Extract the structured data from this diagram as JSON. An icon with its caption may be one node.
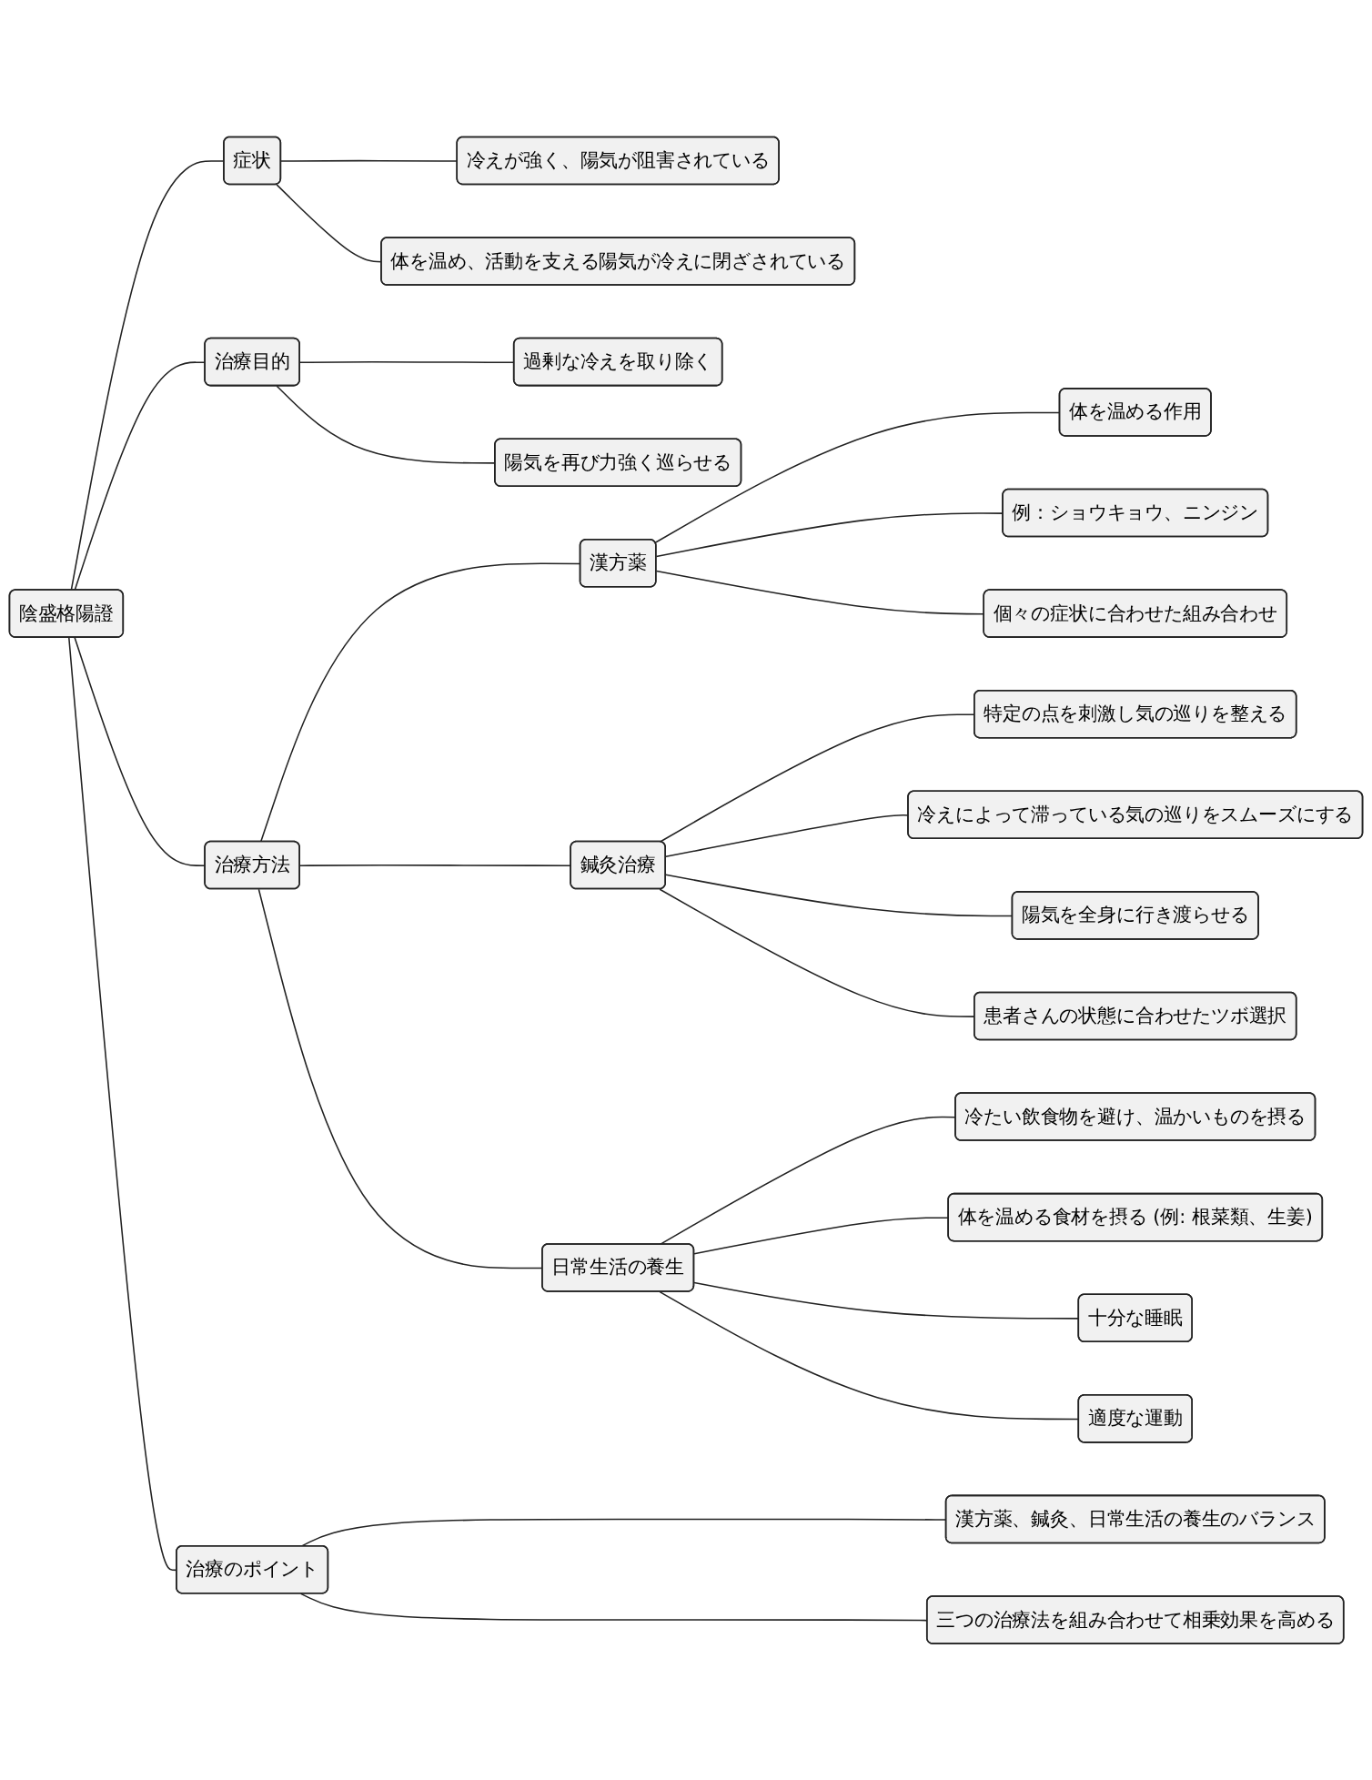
{
  "diagram": {
    "nodes": [
      {
        "text": [
          "陰盛格陽證"
        ]
      },
      {
        "text": [
          "症状"
        ]
      },
      {
        "text": [
          "冷えが強く、陽気が阻害されている"
        ]
      },
      {
        "text": [
          "体を温め、活動を支える陽気が冷えに閉ざされている"
        ]
      },
      {
        "text": [
          "治療目的"
        ]
      },
      {
        "text": [
          "過剰な冷えを取り除く"
        ]
      },
      {
        "text": [
          "陽気を再び力強く巡らせる"
        ]
      },
      {
        "text": [
          "治療方法"
        ]
      },
      {
        "text": [
          "漢方薬"
        ]
      },
      {
        "text": [
          "体を温める作用"
        ]
      },
      {
        "text": [
          "例：ショウキョウ、ニンジン"
        ]
      },
      {
        "text": [
          "個々の症状に合わせた組み合わせ"
        ]
      },
      {
        "text": [
          "鍼灸治療"
        ]
      },
      {
        "text": [
          "特定の点を刺激し気の巡りを整える"
        ]
      },
      {
        "text": [
          "冷えによって滞っている気の巡りをスムーズにする"
        ]
      },
      {
        "text": [
          "陽気を全身に行き渡らせる"
        ]
      },
      {
        "text": [
          "患者さんの状態に合わせたツボ選択"
        ]
      },
      {
        "text": [
          "日常生活の養生"
        ]
      },
      {
        "text": [
          "冷たい飲食物を避け、温かいものを摂る"
        ]
      },
      {
        "text": [
          "体を温める食材を摂る (例: 根菜類、生姜)"
        ]
      },
      {
        "text": [
          "十分な睡眠"
        ]
      },
      {
        "text": [
          "適度な運動"
        ]
      },
      {
        "text": [
          "治療のポイント"
        ]
      },
      {
        "text": [
          "漢方薬、鍼灸、日常生活の養生のバランス"
        ]
      },
      {
        "text": [
          "三つの治療法を組み合わせて相乗効果を高める"
        ]
      }
    ],
    "edges": [
      {
        "from": 0,
        "to": 1,
        "arrow": "none"
      },
      {
        "from": 1,
        "to": 2,
        "arrow": "none"
      },
      {
        "from": 1,
        "to": 3,
        "arrow": "none"
      },
      {
        "from": 0,
        "to": 4,
        "arrow": "none"
      },
      {
        "from": 4,
        "to": 5,
        "arrow": "none"
      },
      {
        "from": 4,
        "to": 6,
        "arrow": "none"
      },
      {
        "from": 0,
        "to": 7,
        "arrow": "none"
      },
      {
        "from": 7,
        "to": 8,
        "arrow": "none"
      },
      {
        "from": 8,
        "to": 9,
        "arrow": "none"
      },
      {
        "from": 8,
        "to": 10,
        "arrow": "none"
      },
      {
        "from": 8,
        "to": 11,
        "arrow": "none"
      },
      {
        "from": 7,
        "to": 12,
        "arrow": "none"
      },
      {
        "from": 12,
        "to": 13,
        "arrow": "none"
      },
      {
        "from": 12,
        "to": 14,
        "arrow": "none"
      },
      {
        "from": 12,
        "to": 15,
        "arrow": "none"
      },
      {
        "from": 12,
        "to": 16,
        "arrow": "none"
      },
      {
        "from": 7,
        "to": 17,
        "arrow": "none"
      },
      {
        "from": 17,
        "to": 18,
        "arrow": "none"
      },
      {
        "from": 17,
        "to": 19,
        "arrow": "none"
      },
      {
        "from": 17,
        "to": 20,
        "arrow": "none"
      },
      {
        "from": 17,
        "to": 21,
        "arrow": "none"
      },
      {
        "from": 0,
        "to": 22,
        "arrow": "none"
      },
      {
        "from": 22,
        "to": 23,
        "arrow": "none"
      },
      {
        "from": 22,
        "to": 24,
        "arrow": "none"
      }
    ]
  }
}
